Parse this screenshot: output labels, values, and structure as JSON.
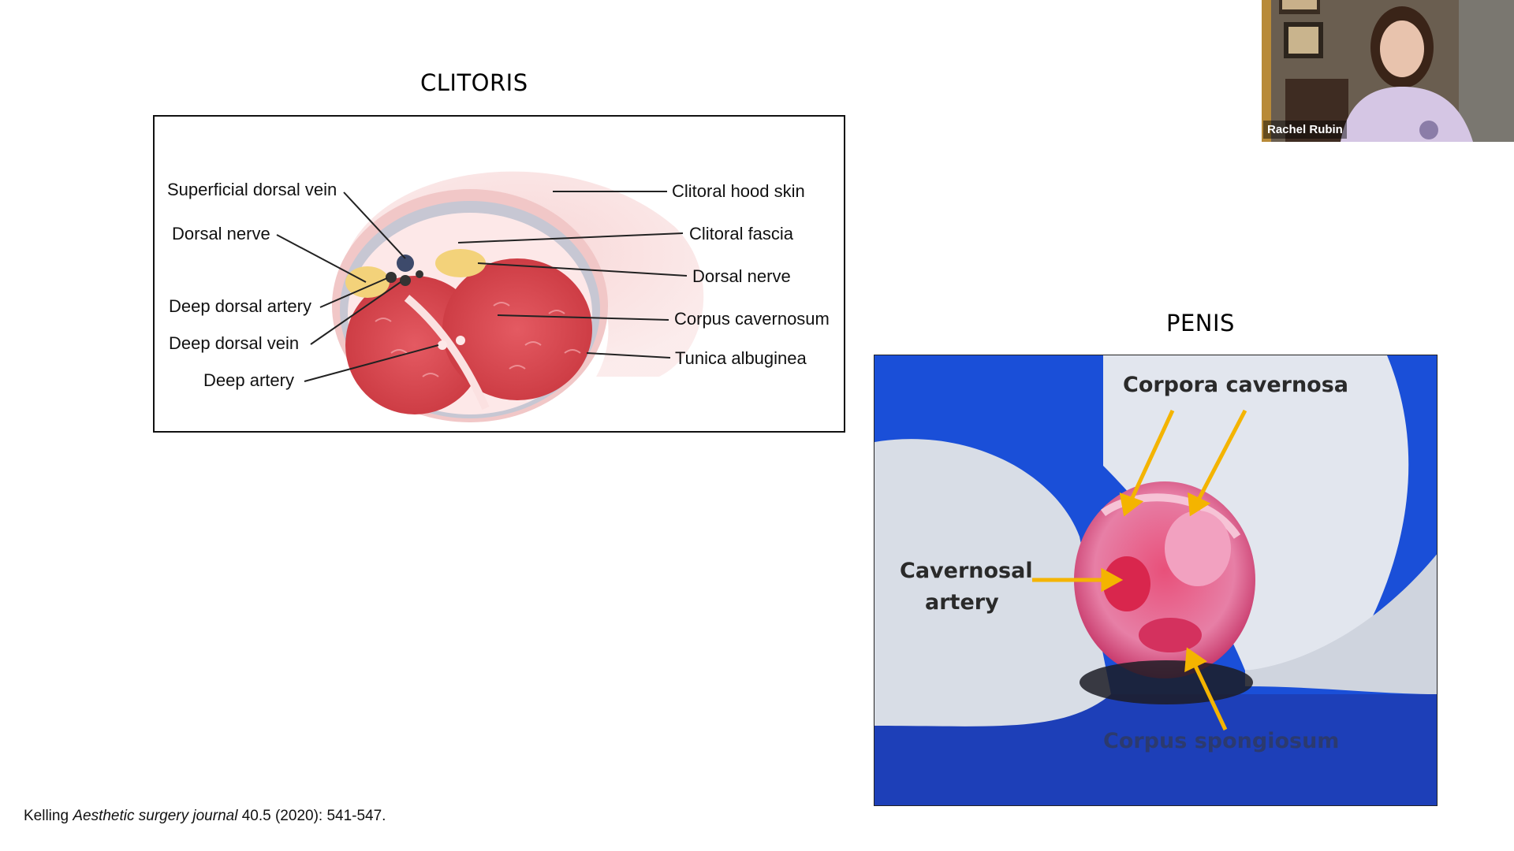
{
  "slide": {
    "clitoris_title": "CLITORIS",
    "penis_title": "PENIS",
    "clitoris_labels": {
      "superficial_dorsal_vein": "Superficial dorsal vein",
      "dorsal_nerve_left": "Dorsal nerve",
      "deep_dorsal_artery": "Deep dorsal artery",
      "deep_dorsal_vein": "Deep dorsal vein",
      "deep_artery": "Deep artery",
      "clitoral_hood_skin": "Clitoral hood skin",
      "clitoral_fascia": "Clitoral fascia",
      "dorsal_nerve_right": "Dorsal nerve",
      "corpus_cavernosum": "Corpus cavernosum",
      "tunica_albuginea": "Tunica albuginea"
    },
    "penis_labels": {
      "corpora_cavernosa": "Corpora cavernosa",
      "cavernosal_artery_line1": "Cavernosal",
      "cavernosal_artery_line2": "artery",
      "corpus_spongiosum": "Corpus spongiosum"
    },
    "citation": {
      "author": "Kelling",
      "journal": "Aesthetic surgery journal",
      "details": "40.5 (2020): 541-547."
    }
  },
  "webcam": {
    "participant_name": "Rachel Rubin"
  },
  "colors": {
    "photo_background": "#1a4fd8",
    "arrow": "#f4b400"
  }
}
